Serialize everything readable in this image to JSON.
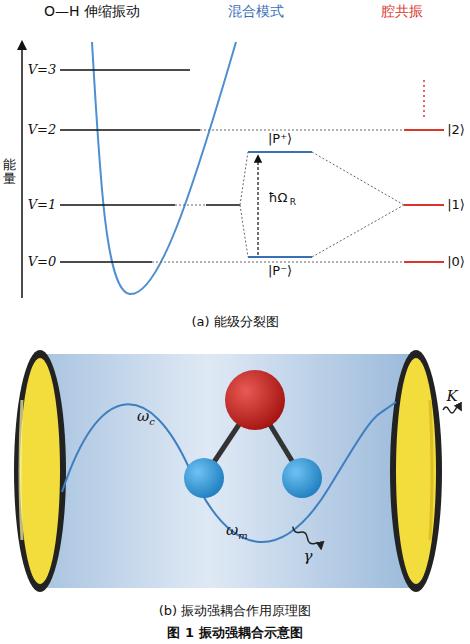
{
  "diagram": {
    "caption": "图 1 振动强耦合示意图",
    "labels": [
      "O—H 伸缩振动",
      "混合模式",
      "腔共振",
      "能量",
      "V=3",
      "V=2",
      "V=1",
      "V=0",
      "|P⁺⟩",
      "ħΩ",
      "R",
      "|P⁻⟩",
      "|2⟩",
      "|1⟩",
      "|0⟩",
      "(a) 能级分裂图",
      "ω",
      "c",
      "ω",
      "m",
      "γ",
      "K",
      "(b) 振动强耦合作用原理图"
    ]
  }
}
